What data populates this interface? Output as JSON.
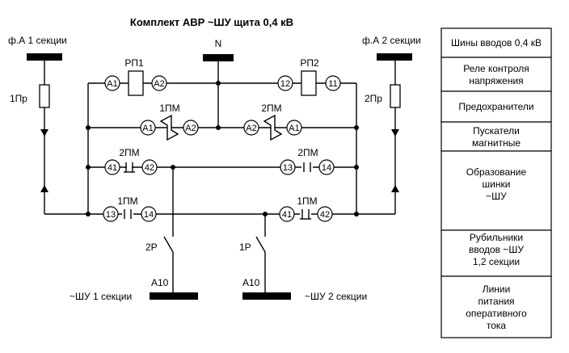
{
  "title": "Комплект АВР ~ШУ щита 0,4 кВ",
  "inputs": {
    "left_label": "ф.А 1 секции",
    "right_label": "ф.А 2 секции",
    "neutral_label": "N",
    "fuse_left": "1Пр",
    "fuse_right": "2Пр"
  },
  "relays": {
    "rp1": "РП1",
    "rp2": "РП2",
    "rp1_terminals": [
      "А1",
      "А2"
    ],
    "rp2_terminals": [
      "12",
      "11"
    ]
  },
  "coils": {
    "pm1": "1ПМ",
    "pm2": "2ПМ",
    "pm1_terminals": [
      "А1",
      "А2"
    ],
    "pm2_terminals": [
      "А2",
      "А1"
    ]
  },
  "contacts": {
    "row1_left_label": "2ПМ",
    "row1_left_terminals": [
      "41",
      "42"
    ],
    "row1_right_label": "2ПМ",
    "row1_right_terminals": [
      "13",
      "14"
    ],
    "row2_left_label": "1ПМ",
    "row2_left_terminals": [
      "13",
      "14"
    ],
    "row2_right_label": "1ПМ",
    "row2_right_terminals": [
      "41",
      "42"
    ]
  },
  "switches": {
    "left_label": "2Р",
    "right_label": "1Р",
    "left_bus": "А10",
    "right_bus": "А10",
    "left_out": "~ШУ 1 секции",
    "right_out": "~ШУ 2 секции"
  },
  "legend": [
    {
      "lines": [
        "Шины вводов 0,4 кВ"
      ]
    },
    {
      "lines": [
        "Реле контроля",
        "напряжения"
      ]
    },
    {
      "lines": [
        "Предохранители"
      ]
    },
    {
      "lines": [
        "Пускатели",
        "магнитные"
      ]
    },
    {
      "lines": [
        "Образование",
        "шинки",
        "~ШУ"
      ]
    },
    {
      "lines": [
        "Рубильники",
        "вводов ~ШУ",
        "1,2 секции"
      ]
    },
    {
      "lines": [
        "Линии",
        "питания",
        "оперативного",
        "тока"
      ]
    }
  ]
}
